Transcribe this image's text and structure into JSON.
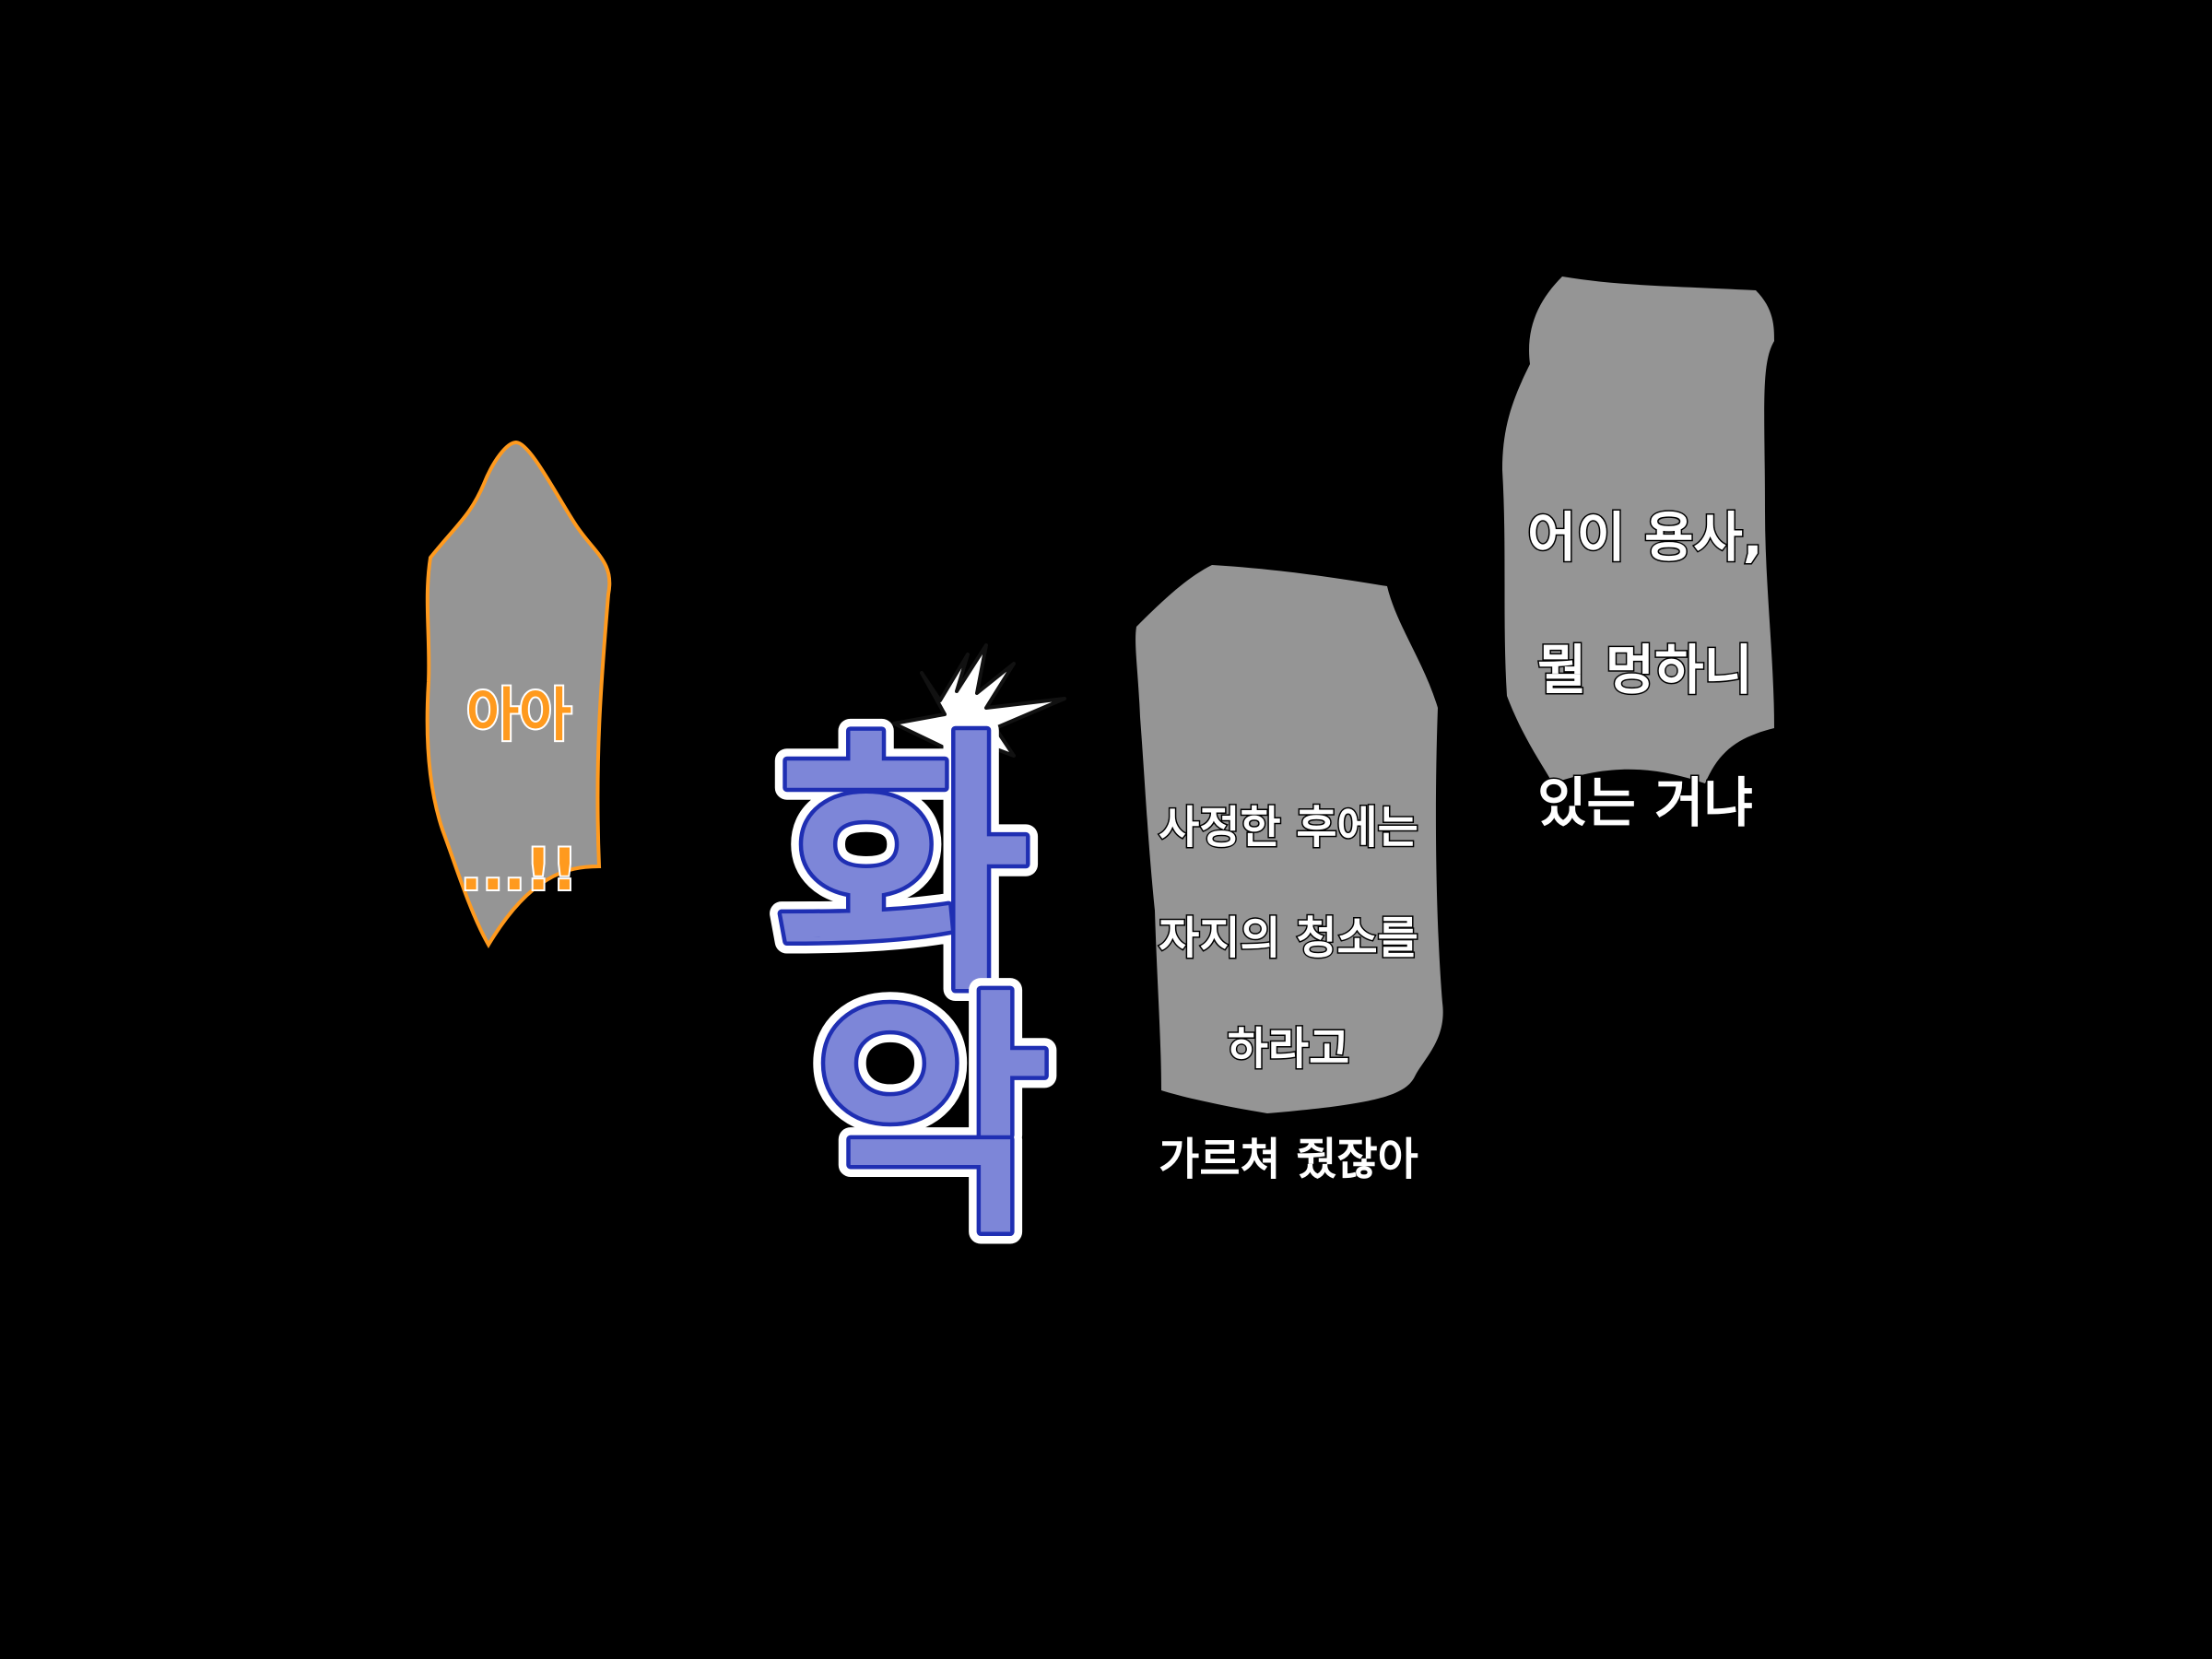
{
  "colors": {
    "background": "#000000",
    "bubble_fill": "#959595",
    "left_bubble_border": "#ff9a1e",
    "left_text": "#ff9a1e",
    "speech_text": "#ffffff",
    "sfx_fill": "#7d86d8",
    "sfx_outline": "#1f2fb3"
  },
  "bubbles": {
    "left": {
      "lines": [
        "아아",
        "...!!"
      ]
    },
    "middle": {
      "lines": [
        "사정한 후에는",
        "자지의 청소를",
        "하라고",
        "가르쳐 줬잖아"
      ]
    },
    "right": {
      "lines": [
        "어이 용사,",
        "뭘 멍하니",
        "있는 거냐"
      ]
    }
  },
  "sfx": {
    "chars": [
      "화",
      "악"
    ],
    "icon": "spark-burst-icon"
  }
}
